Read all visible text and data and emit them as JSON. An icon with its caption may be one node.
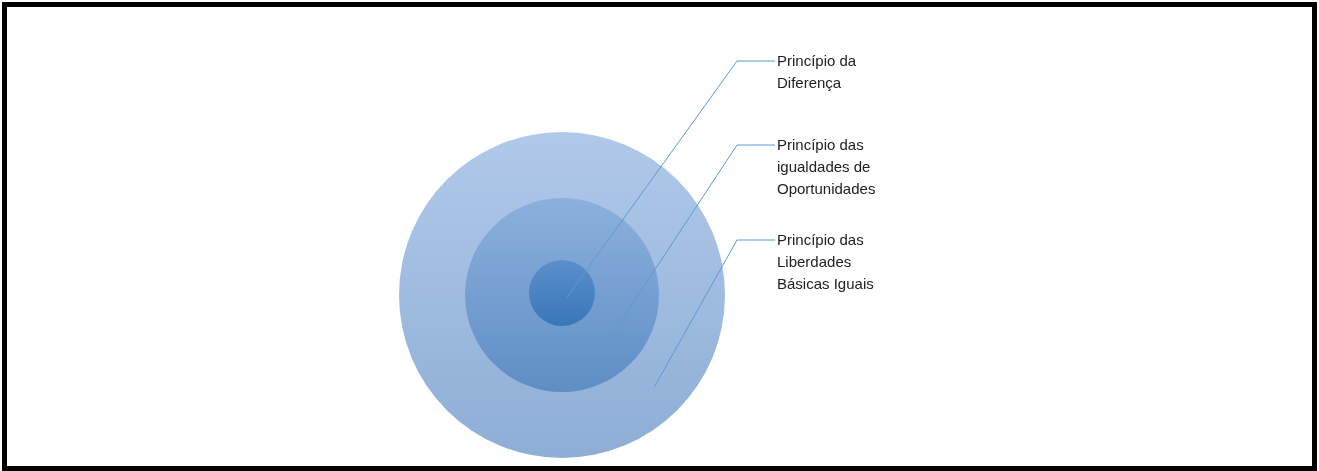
{
  "diagram": {
    "nodes": [
      {
        "text": [],
        "shape": "circle"
      },
      {
        "text": [],
        "shape": "circle",
        "in": 0
      },
      {
        "text": [],
        "shape": "circle",
        "in": 1
      },
      {
        "text": [
          "Princípio da Diferença"
        ]
      },
      {
        "text": [
          "Princípio das igualdades de Oportunidades"
        ]
      },
      {
        "text": [
          "Princípio das Liberdades Básicas Iguais"
        ]
      }
    ],
    "edges": [
      {
        "from": 3,
        "to": 2,
        "arrow": "none"
      },
      {
        "from": 4,
        "to": 1,
        "arrow": "none"
      },
      {
        "from": 5,
        "to": 0,
        "arrow": "none"
      }
    ]
  }
}
